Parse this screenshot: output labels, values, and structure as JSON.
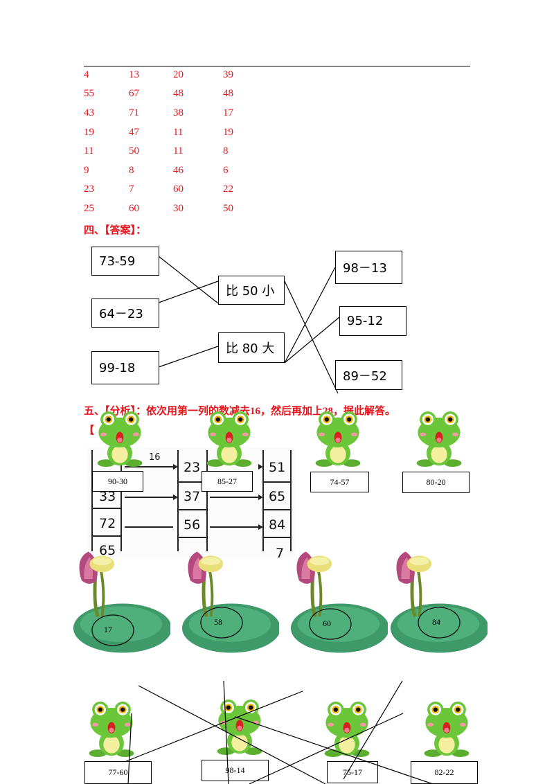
{
  "answer_table": {
    "rows": [
      [
        "4",
        "13",
        "20",
        "39"
      ],
      [
        "55",
        "67",
        "48",
        "48"
      ],
      [
        "43",
        "71",
        "38",
        "17"
      ],
      [
        "19",
        "47",
        "11",
        "19"
      ],
      [
        "11",
        "50",
        "11",
        "8"
      ],
      [
        "9",
        "8",
        "46",
        "6"
      ],
      [
        "23",
        "7",
        "60",
        "22"
      ],
      [
        "25",
        "60",
        "30",
        "50"
      ]
    ]
  },
  "section4": {
    "heading": "四、【答案】：",
    "left_boxes": [
      "73-59",
      "64－23",
      "99-18"
    ],
    "middle_boxes": [
      "比 50 小",
      "比 80 大"
    ],
    "right_boxes": [
      "98－13",
      "95-12",
      "89－52"
    ]
  },
  "section5": {
    "heading": "五、【分析】：依次用第一列的数减去16，然后再加上28，据此解答。",
    "heading2": "【",
    "scan_arrow_label": "16",
    "scan_col1": [
      "",
      "33",
      "72",
      "65"
    ],
    "scan_col2": [
      "23",
      "37",
      "56",
      ""
    ],
    "scan_col3": [
      "51",
      "65",
      "84",
      "7"
    ]
  },
  "frogs_top": [
    "90-30",
    "85-27",
    "74-57",
    "80-20"
  ],
  "lotus_values": [
    "17",
    "58",
    "60",
    "84"
  ],
  "frogs_bottom": [
    "77-60",
    "98-14",
    "75-17",
    "82-22"
  ],
  "colors": {
    "answer_red": "#e8141b",
    "frog_green": "#6cc63a",
    "leaf_green": "#3f9a6a",
    "lotus_pink": "#b3497c"
  }
}
